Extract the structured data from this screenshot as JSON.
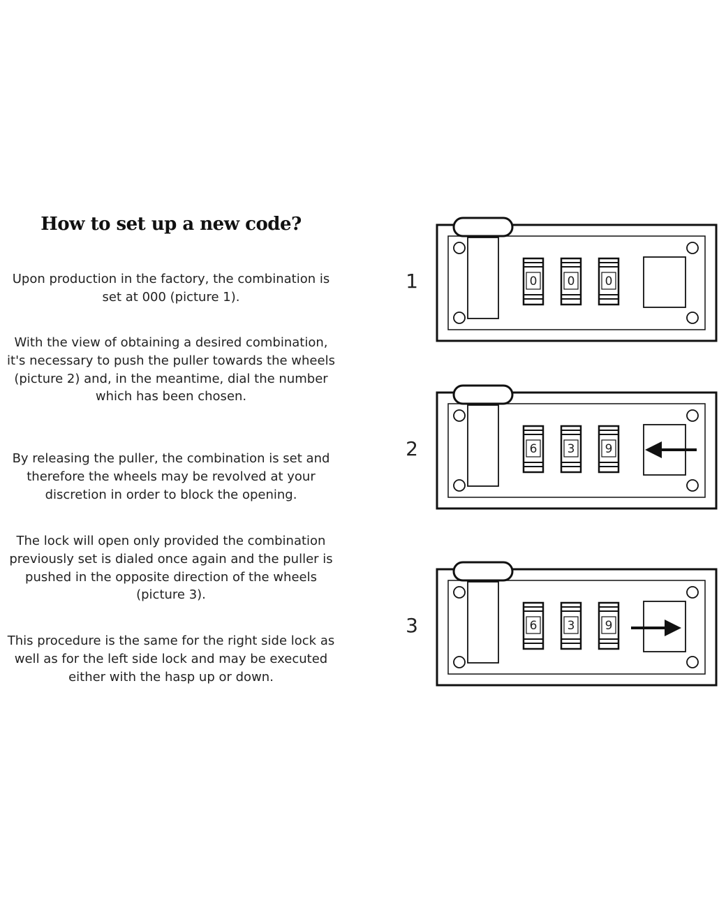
{
  "title": "How to set up a new code?",
  "paragraphs": [
    "Upon production in the factory, the combination is set at 000 (picture 1).",
    "With the view of obtaining a desired combination, it's necessary to push the puller towards the wheels (picture 2) and, in the meantime, dial the number which has been chosen.",
    "By releasing the puller, the combination is set and therefore the wheels may be revolved at your discretion in order to block the opening.",
    "The lock will open only provided the combination previously set is dialed once again and the puller is pushed in the opposite direction of the wheels (picture 3).",
    "This procedure is the same for the right side lock as well as for the left side lock and may be executed either with the hasp up or down."
  ],
  "locks": [
    {
      "number": "1",
      "digits": [
        "0",
        "0",
        "0"
      ],
      "arrow": "none",
      "arrow_icon": ""
    },
    {
      "number": "2",
      "digits": [
        "6",
        "3",
        "9"
      ],
      "arrow": "left",
      "arrow_icon": "arrow-left-icon"
    },
    {
      "number": "3",
      "digits": [
        "6",
        "3",
        "9"
      ],
      "arrow": "right",
      "arrow_icon": "arrow-right-icon"
    }
  ],
  "colors": {
    "stroke": "#111111",
    "text": "#222222",
    "background": "#ffffff"
  }
}
